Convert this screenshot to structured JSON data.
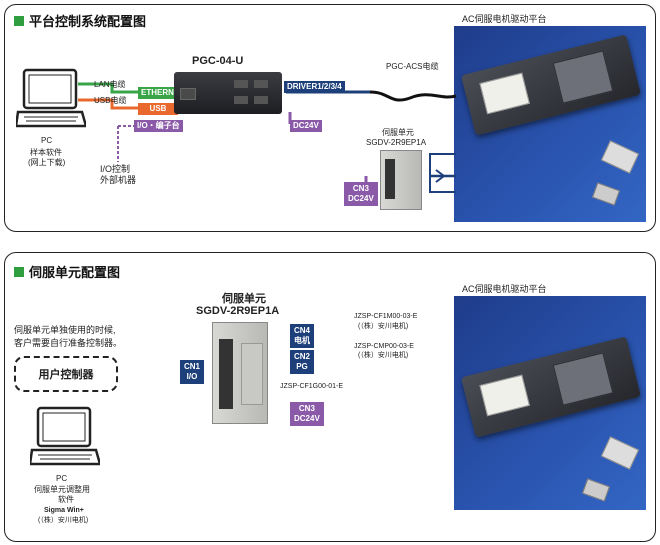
{
  "top": {
    "title": "平台控制系统配置图",
    "controller": "PGC-04-U",
    "pc_label": "PC",
    "pc_caption": [
      "样本软件",
      "(网上下载)"
    ],
    "lan_label": "LAN电缆",
    "usb_label": "USB电缆",
    "ethernet_tag": "ETHERNET",
    "usb_tag": "USB",
    "io_tag": "I/O・编子台",
    "io_caption": [
      "I/O控制",
      "外部机器"
    ],
    "driver_tag": "DRIVER1/2/3/4",
    "dc24v_tag": "DC24V",
    "acs_cable": "PGC-ACS电缆",
    "servo_caption": [
      "伺服单元",
      "SGDV-2R9EP1A"
    ],
    "cn3_tag": [
      "CN3",
      "DC24V"
    ],
    "platform_title": "AC伺服电机驱动平台"
  },
  "bottom": {
    "title": "伺服单元配置图",
    "servo_title": [
      "伺服单元",
      "SGDV-2R9EP1A"
    ],
    "note": [
      "伺服单元单独使用的时候,",
      "客户需要自行准备控制器。"
    ],
    "user_controller": "用户控制器",
    "cn1_tag": [
      "CN1",
      "I/O"
    ],
    "cn4_tag": [
      "CN4",
      "电机"
    ],
    "cn2_tag": [
      "CN2",
      "PG"
    ],
    "cn3_tag": [
      "CN3",
      "DC24V"
    ],
    "cable_motor": [
      "JZSP-CF1M00-03-E",
      "(（株）安川电机)"
    ],
    "cable_pg": [
      "JZSP-CMP00-03-E",
      "(（株）安川电机)"
    ],
    "cable_dc": "JZSP-CF1G00-01-E",
    "pc_label": "PC",
    "pc_caption": [
      "伺服单元调整用",
      "软件",
      "Sigma Win+",
      "(（株）安川电机)"
    ],
    "platform_title": "AC伺服电机驱动平台"
  },
  "colors": {
    "green": "#3aa547",
    "orange": "#e9682d",
    "purple": "#8a5aa8",
    "navy": "#1d3f7a",
    "blue": "#2a55b0"
  }
}
